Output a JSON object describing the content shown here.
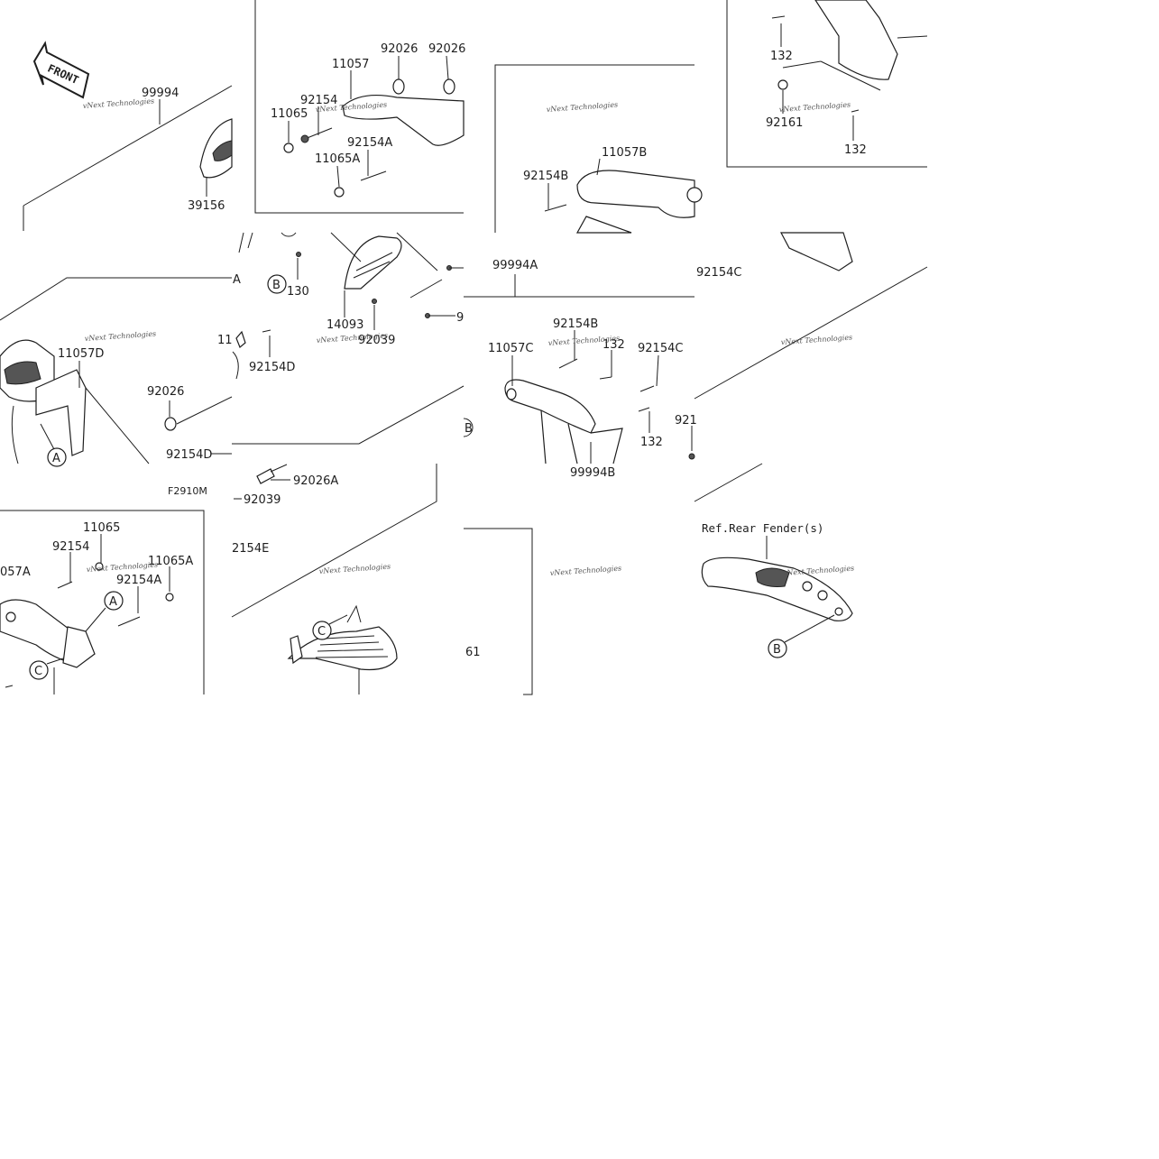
{
  "diagram": {
    "front_label": "FRONT",
    "figure_code": "F2910M",
    "watermark": "vNext Technologies",
    "ref_note": "Ref.Rear Fender(s)",
    "part_labels": {
      "p99994": "99994",
      "p39156": "39156",
      "p11057": "11057",
      "p92026_l": "92026",
      "p92026_r": "92026",
      "p92154_a": "92154",
      "p11065_a": "11065",
      "p92154A_a": "92154A",
      "p11065A_a": "11065A",
      "p11057B": "11057B",
      "p92154B_a": "92154B",
      "p132_a": "132",
      "p92161": "92161",
      "p132_b": "132",
      "p92154C_a": "92154C",
      "pA_frag": "A",
      "p130": "130",
      "p14093": "14093",
      "p92039_a": "92039",
      "p9_frag": "9",
      "p99994A": "99994A",
      "p11_frag": "11",
      "p92154D_a": "92154D",
      "p11057D": "11057D",
      "p92026_c": "92026",
      "p92154D_b": "92154D",
      "p92154B_b": "92154B",
      "p11057C": "11057C",
      "p132_c": "132",
      "p92154C_b": "92154C",
      "p132_d": "132",
      "p99994B": "99994B",
      "p921_frag": "921",
      "p92026A": "92026A",
      "p92039_b": "92039",
      "p11065_b": "11065",
      "p92154_b": "92154",
      "p057A_frag": "057A",
      "p92154A_b": "92154A",
      "p11065A_b": "11065A",
      "p2154E_frag": "2154E",
      "p61_frag": "61"
    },
    "callouts": {
      "B1": "B",
      "B2": "B",
      "B3": "B",
      "A1": "A",
      "A2": "A",
      "C1": "C",
      "C2": "C"
    }
  }
}
